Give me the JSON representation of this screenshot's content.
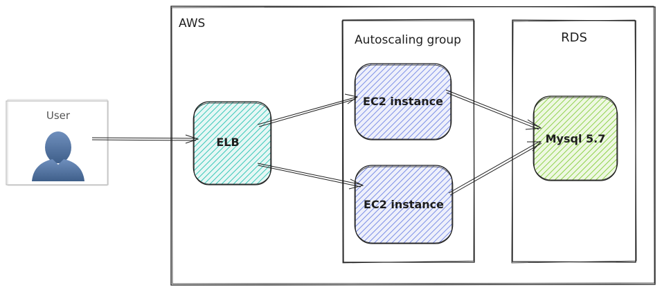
{
  "containers": {
    "aws": "AWS",
    "autoscaling": "Autoscaling group",
    "rds": "RDS"
  },
  "user": {
    "label": "User",
    "icon": "user-silhouette-icon"
  },
  "nodes": {
    "elb": "ELB",
    "ec2_top": "EC2 instance",
    "ec2_bottom": "EC2 instance",
    "db": "Mysql 5.7"
  },
  "colors": {
    "stroke": "#1e1e1e",
    "elb_fill": "#38c7b8",
    "ec2_fill": "#7b8ee6",
    "db_fill": "#8ed14a",
    "user_icon": "#4a6a94"
  }
}
